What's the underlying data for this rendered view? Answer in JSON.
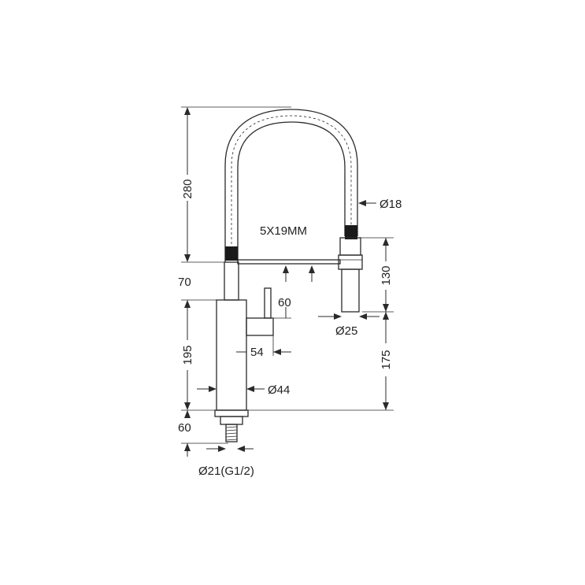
{
  "diagram": {
    "labels": {
      "height_total": "280",
      "hose_diameter": "Ø18",
      "spring_size": "5X19MM",
      "spout_height": "70",
      "handle_height": "60",
      "spray_head_length": "130",
      "spray_head_diameter": "Ø25",
      "body_height": "195",
      "handle_depth": "54",
      "body_diameter": "Ø44",
      "reach_height": "175",
      "base_height": "60",
      "thread_diameter": "Ø21(G1/2)"
    },
    "colors": {
      "line": "#2a2a2a",
      "band": "#1a1a1a",
      "background": "#ffffff"
    }
  }
}
